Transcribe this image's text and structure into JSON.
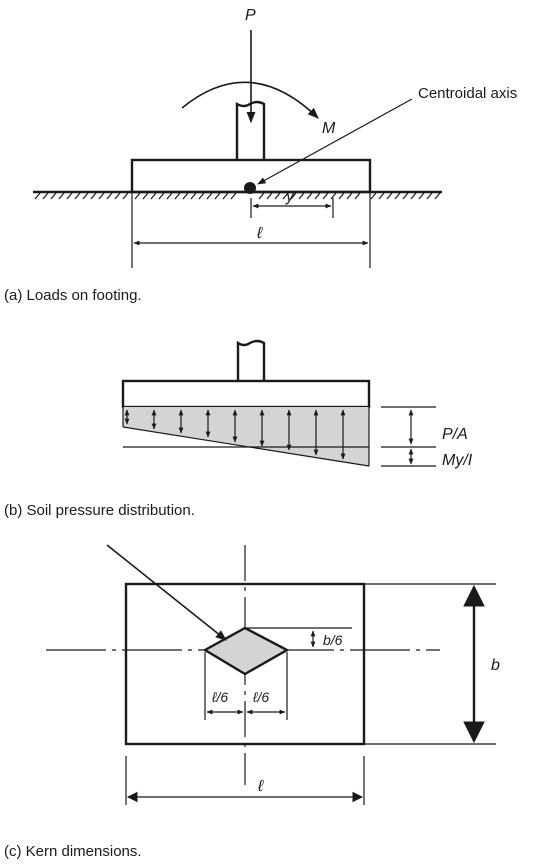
{
  "panel_a": {
    "load_label": "P",
    "moment_label": "M",
    "axis_callout": "Centroidal axis",
    "offset_label": "y",
    "length_label": "ℓ",
    "caption": "(a) Loads on footing."
  },
  "panel_b": {
    "uniform_label": "P/A",
    "bending_label": "My/I",
    "caption": "(b) Soil pressure distribution."
  },
  "panel_c": {
    "kern_half_length_left": "ℓ/6",
    "kern_half_length_right": "ℓ/6",
    "kern_half_width": "b/6",
    "width_label": "b",
    "length_label": "ℓ",
    "caption": "(c) Kern dimensions."
  }
}
